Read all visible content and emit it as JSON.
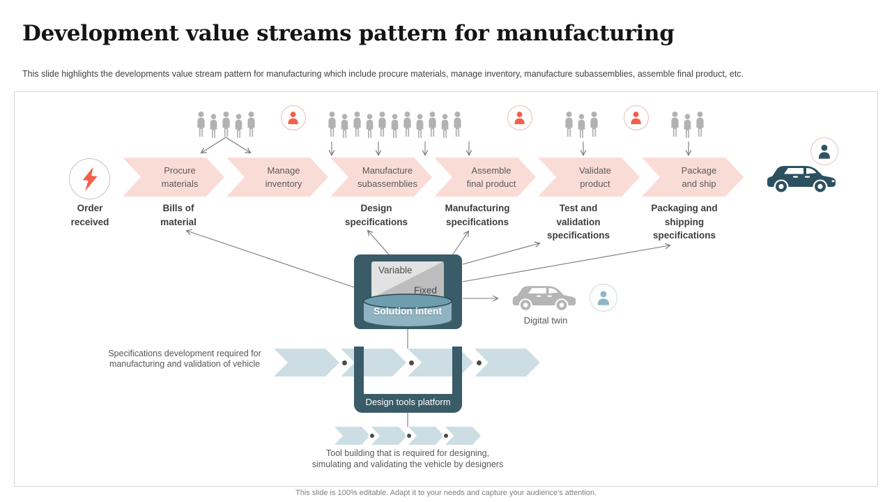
{
  "slide": {
    "title": "Development value streams pattern for manufacturing",
    "subtitle": "This slide highlights the developments value stream pattern for manufacturing which include procure materials, manage inventory, manufacture subassemblies, assemble final product, etc.",
    "footer": "This slide is 100% editable. Adapt it to your needs and capture your audience's attention."
  },
  "flow": {
    "start_label": "Order\nreceived",
    "steps": [
      {
        "label": "Procure\nmaterials"
      },
      {
        "label": "Manage\ninventory"
      },
      {
        "label": "Manufacture\nsubassemblies"
      },
      {
        "label": "Assemble\nfinal product"
      },
      {
        "label": "Validate\nproduct"
      },
      {
        "label": "Package\nand ship"
      }
    ],
    "outputs": [
      {
        "label": "Bills of\nmaterial"
      },
      {
        "label": "Design\nspecifications"
      },
      {
        "label": "Manufacturing\nspecifications"
      },
      {
        "label": "Test and\nvalidation\nspecifications"
      },
      {
        "label": "Packaging and\nshipping\nspecifications"
      }
    ]
  },
  "people_groups": [
    {
      "count": 5
    },
    {
      "count": 11
    },
    {
      "count": 3
    },
    {
      "count": 3
    }
  ],
  "solution": {
    "variable": "Variable",
    "fixed": "Fixed",
    "intent": "Solution intent"
  },
  "digital_twin": {
    "label": "Digital twin"
  },
  "platform": {
    "label": "Design tools platform",
    "left_note": "Specifications development required for\nmanufacturing and validation of vehicle",
    "bottom_note": "Tool building that is required for designing,\nsimulating and validating the vehicle by designers"
  },
  "icons": {
    "start": "lightning-icon",
    "worker_group": "people-group-icon",
    "supervisor": "person-badge-icon",
    "customer": "person-badge-icon",
    "vehicle": "car-icon",
    "digital_twin_vehicle": "car-icon"
  },
  "colors": {
    "accent_orange": "#F2604C",
    "dark_teal": "#3A5B68",
    "pink_chevron": "#FADCD6",
    "blue_chevron": "#CCDEE4",
    "people_gray": "#B2B2B2"
  }
}
